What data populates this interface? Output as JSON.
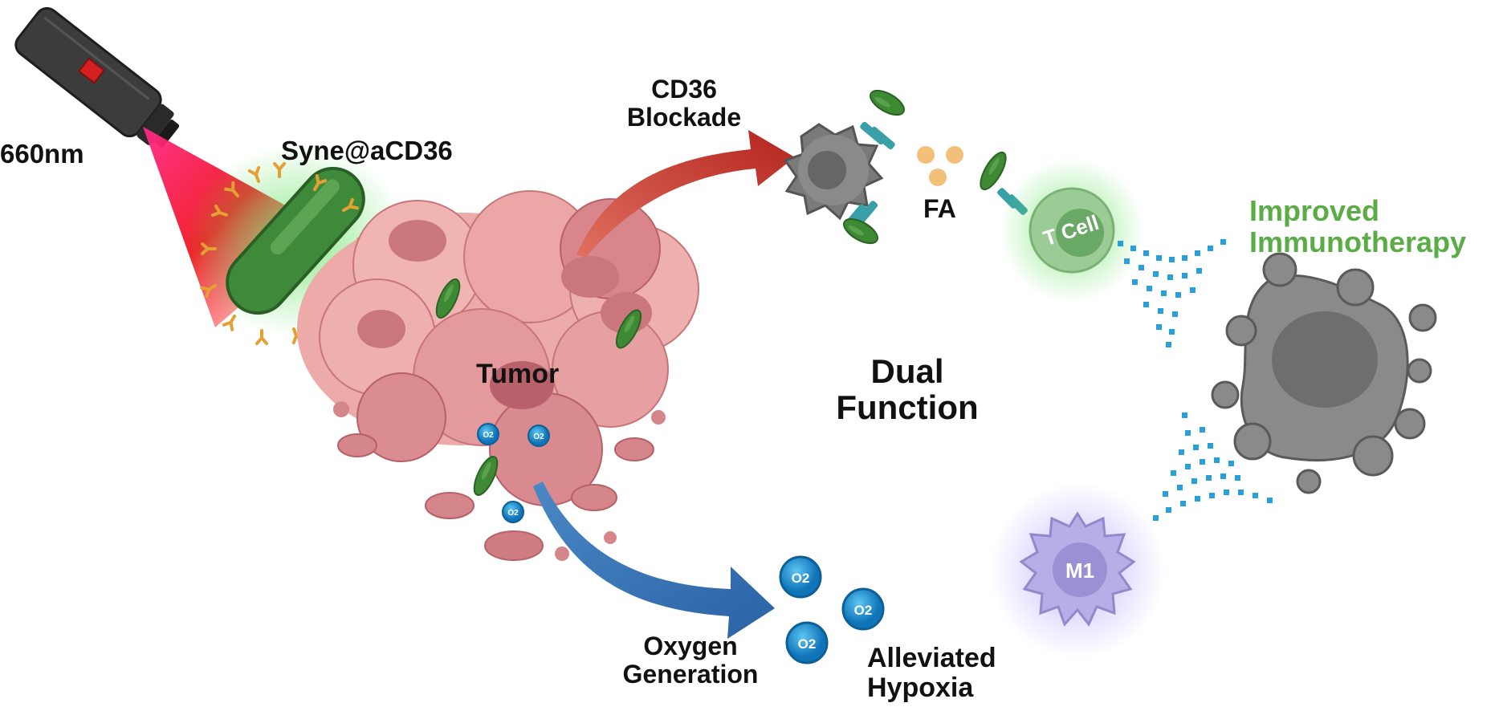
{
  "labels": {
    "wavelength": "660nm",
    "agent": "Syne@aCD36",
    "cd36_line1": "CD36",
    "cd36_line2": "Blockade",
    "fatty_acid": "FA",
    "t_cell": "T Cell",
    "improved_line1": "Improved",
    "improved_line2": "Immunotherapy",
    "tumor": "Tumor",
    "dual_line1": "Dual",
    "dual_line2": "Function",
    "oxygen_line1": "Oxygen",
    "oxygen_line2": "Generation",
    "hypoxia_line1": "Alleviated",
    "hypoxia_line2": "Hypoxia",
    "m1": "M1",
    "o2": "O2"
  },
  "colors": {
    "tumor": "#e9a0a0",
    "tumor_dark": "#c86b72",
    "bacteria": "#3f8a3a",
    "antibody": "#e8a23a",
    "red_arrow": "#c0302e",
    "blue_arrow": "#2f6fb0",
    "oxygen": "#1f8fd0",
    "t_cell": "#8fc48a",
    "m1": "#a49ad8",
    "dead_cell": "#8a8a8a",
    "green_text": "#5aac45",
    "laser": "#f02040"
  }
}
